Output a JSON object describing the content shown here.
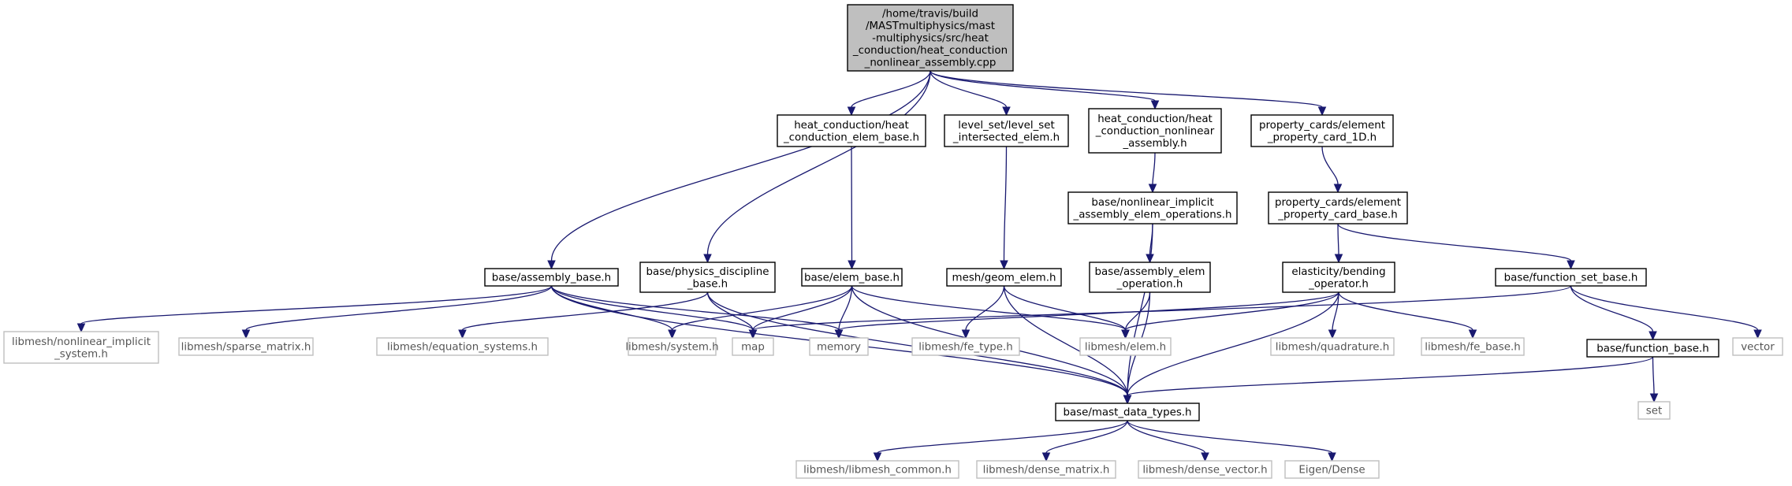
{
  "nodes": [
    {
      "id": "root",
      "kind": "root",
      "lines": [
        "/home/travis/build",
        "/MASTmultiphysics/mast",
        "-multiphysics/src/heat",
        "_conduction/heat_conduction",
        "_nonlinear_assembly.cpp"
      ]
    },
    {
      "id": "hc_elem_base",
      "kind": "internal",
      "lines": [
        "heat_conduction/heat",
        "_conduction_elem_base.h"
      ]
    },
    {
      "id": "levelset",
      "kind": "internal",
      "lines": [
        "level_set/level_set",
        "_intersected_elem.h"
      ]
    },
    {
      "id": "hc_nl_assembly",
      "kind": "internal",
      "lines": [
        "heat_conduction/heat",
        "_conduction_nonlinear",
        "_assembly.h"
      ]
    },
    {
      "id": "prop_card_1d",
      "kind": "internal",
      "lines": [
        "property_cards/element",
        "_property_card_1D.h"
      ]
    },
    {
      "id": "nl_impl_ops",
      "kind": "internal",
      "lines": [
        "base/nonlinear_implicit",
        "_assembly_elem_operations.h"
      ]
    },
    {
      "id": "prop_card_base",
      "kind": "internal",
      "lines": [
        "property_cards/element",
        "_property_card_base.h"
      ]
    },
    {
      "id": "assembly_base",
      "kind": "internal",
      "lines": [
        "base/assembly_base.h"
      ]
    },
    {
      "id": "physics",
      "kind": "internal",
      "lines": [
        "base/physics_discipline",
        "_base.h"
      ]
    },
    {
      "id": "elem_base",
      "kind": "internal",
      "lines": [
        "base/elem_base.h"
      ]
    },
    {
      "id": "geom_elem",
      "kind": "internal",
      "lines": [
        "mesh/geom_elem.h"
      ]
    },
    {
      "id": "asm_elem_op",
      "kind": "internal",
      "lines": [
        "base/assembly_elem",
        "_operation.h"
      ]
    },
    {
      "id": "bending",
      "kind": "internal",
      "lines": [
        "elasticity/bending",
        "_operator.h"
      ]
    },
    {
      "id": "func_set_base",
      "kind": "internal",
      "lines": [
        "base/function_set_base.h"
      ]
    },
    {
      "id": "func_base",
      "kind": "internal",
      "lines": [
        "base/function_base.h"
      ]
    },
    {
      "id": "mast_types",
      "kind": "internal",
      "lines": [
        "base/mast_data_types.h"
      ]
    },
    {
      "id": "nl_impl_sys",
      "kind": "external",
      "lines": [
        "libmesh/nonlinear_implicit",
        "_system.h"
      ]
    },
    {
      "id": "sparse",
      "kind": "external",
      "lines": [
        "libmesh/sparse_matrix.h"
      ]
    },
    {
      "id": "eqsys",
      "kind": "external",
      "lines": [
        "libmesh/equation_systems.h"
      ]
    },
    {
      "id": "system",
      "kind": "external",
      "lines": [
        "libmesh/system.h"
      ]
    },
    {
      "id": "map",
      "kind": "external",
      "lines": [
        "map"
      ]
    },
    {
      "id": "memory",
      "kind": "external",
      "lines": [
        "memory"
      ]
    },
    {
      "id": "fe_type",
      "kind": "external",
      "lines": [
        "libmesh/fe_type.h"
      ]
    },
    {
      "id": "elem",
      "kind": "external",
      "lines": [
        "libmesh/elem.h"
      ]
    },
    {
      "id": "quadrature",
      "kind": "external",
      "lines": [
        "libmesh/quadrature.h"
      ]
    },
    {
      "id": "fe_base",
      "kind": "external",
      "lines": [
        "libmesh/fe_base.h"
      ]
    },
    {
      "id": "vector",
      "kind": "external",
      "lines": [
        "vector"
      ]
    },
    {
      "id": "set",
      "kind": "external",
      "lines": [
        "set"
      ]
    },
    {
      "id": "libmesh_common",
      "kind": "external",
      "lines": [
        "libmesh/libmesh_common.h"
      ]
    },
    {
      "id": "dense_matrix",
      "kind": "external",
      "lines": [
        "libmesh/dense_matrix.h"
      ]
    },
    {
      "id": "dense_vector",
      "kind": "external",
      "lines": [
        "libmesh/dense_vector.h"
      ]
    },
    {
      "id": "eigen",
      "kind": "external",
      "lines": [
        "Eigen/Dense"
      ]
    }
  ],
  "edges": [
    [
      "root",
      "hc_elem_base"
    ],
    [
      "root",
      "levelset"
    ],
    [
      "root",
      "hc_nl_assembly"
    ],
    [
      "root",
      "prop_card_1d"
    ],
    [
      "root",
      "assembly_base"
    ],
    [
      "root",
      "physics"
    ],
    [
      "hc_elem_base",
      "elem_base"
    ],
    [
      "levelset",
      "geom_elem"
    ],
    [
      "hc_nl_assembly",
      "nl_impl_ops"
    ],
    [
      "prop_card_1d",
      "prop_card_base"
    ],
    [
      "nl_impl_ops",
      "asm_elem_op"
    ],
    [
      "nl_impl_ops",
      "mast_types"
    ],
    [
      "prop_card_base",
      "bending"
    ],
    [
      "prop_card_base",
      "func_set_base"
    ],
    [
      "assembly_base",
      "nl_impl_sys"
    ],
    [
      "assembly_base",
      "sparse"
    ],
    [
      "assembly_base",
      "system"
    ],
    [
      "assembly_base",
      "map"
    ],
    [
      "assembly_base",
      "memory"
    ],
    [
      "assembly_base",
      "mast_types"
    ],
    [
      "physics",
      "eqsys"
    ],
    [
      "physics",
      "map"
    ],
    [
      "physics",
      "mast_types"
    ],
    [
      "elem_base",
      "system"
    ],
    [
      "elem_base",
      "map"
    ],
    [
      "elem_base",
      "memory"
    ],
    [
      "elem_base",
      "elem"
    ],
    [
      "elem_base",
      "mast_types"
    ],
    [
      "geom_elem",
      "fe_type"
    ],
    [
      "geom_elem",
      "elem"
    ],
    [
      "geom_elem",
      "mast_types"
    ],
    [
      "asm_elem_op",
      "elem"
    ],
    [
      "asm_elem_op",
      "mast_types"
    ],
    [
      "bending",
      "memory"
    ],
    [
      "bending",
      "elem"
    ],
    [
      "bending",
      "quadrature"
    ],
    [
      "bending",
      "fe_base"
    ],
    [
      "bending",
      "mast_types"
    ],
    [
      "func_set_base",
      "map"
    ],
    [
      "func_set_base",
      "func_base"
    ],
    [
      "func_set_base",
      "vector"
    ],
    [
      "func_base",
      "set"
    ],
    [
      "func_base",
      "mast_types"
    ],
    [
      "mast_types",
      "libmesh_common"
    ],
    [
      "mast_types",
      "dense_matrix"
    ],
    [
      "mast_types",
      "dense_vector"
    ],
    [
      "mast_types",
      "eigen"
    ]
  ]
}
